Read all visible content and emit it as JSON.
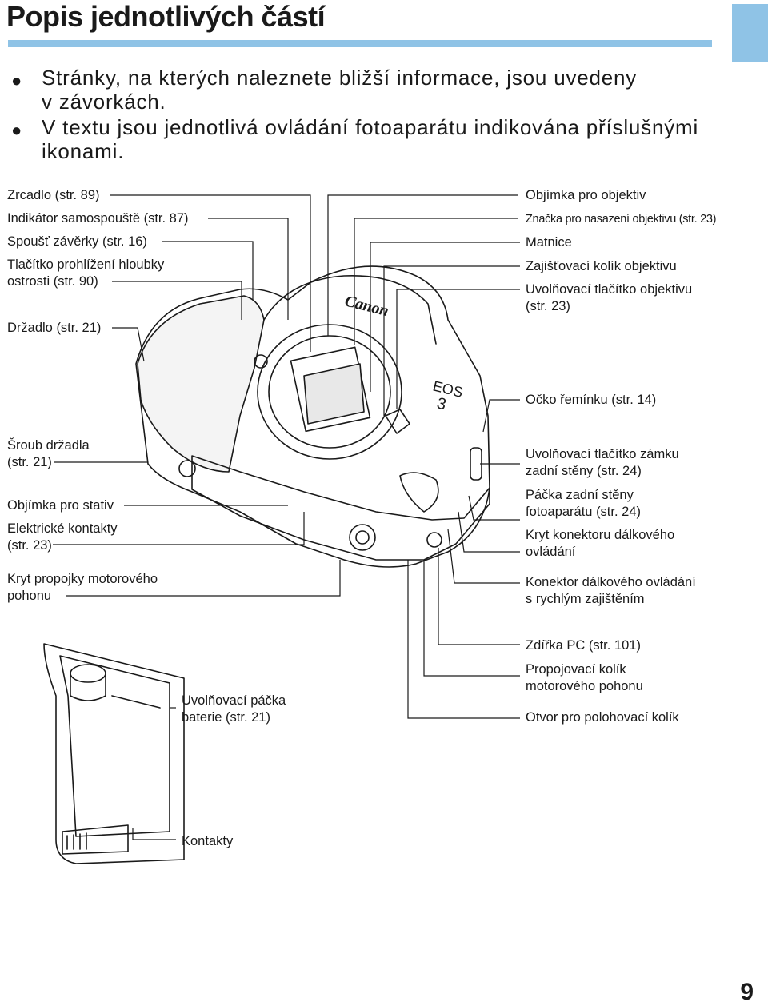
{
  "page": {
    "title": "Popis jednotlivých částí",
    "page_number": "9",
    "accent_color": "#8fc3e6"
  },
  "intro": {
    "bullets": [
      {
        "line1": "Stránky, na kterých naleznete bližší informace, jsou uvedeny",
        "line2": "v závorkách."
      },
      {
        "line1": "V textu jsou jednotlivá ovládání fotoaparátu indikována příslušnými",
        "line2": "ikonami."
      }
    ]
  },
  "camera": {
    "brand": "Canon",
    "model_line1": "EOS",
    "model_line2": "3"
  },
  "labels_left": {
    "mirror": "Zrcadlo (str. 89)",
    "self_timer": "Indikátor samospouště (str. 87)",
    "shutter": "Spoušť závěrky (str. 16)",
    "dof_line1": "Tlačítko prohlížení hloubky",
    "dof_line2": "ostrosti (str. 90)",
    "grip": "Držadlo (str. 21)",
    "grip_screw_line1": "Šroub držadla",
    "grip_screw_line2": "(str. 21)",
    "tripod": "Objímka pro stativ",
    "contacts_line1": "Elektrické kontakty",
    "contacts_line2": "(str. 23)",
    "motor_cover_line1": "Kryt propojky motorového",
    "motor_cover_line2": "pohonu"
  },
  "labels_right": {
    "mount": "Objímka pro objektiv",
    "mount_mark": "Značka pro nasazení objektivu (str. 23)",
    "screen": "Matnice",
    "lock_pin": "Zajišťovací kolík objektivu",
    "release_line1": "Uvolňovací tlačítko objektivu",
    "release_line2": "(str. 23)",
    "strap": "Očko řemínku (str. 14)",
    "back_lock_line1": "Uvolňovací tlačítko zámku",
    "back_lock_line2": "zadní stěny (str. 24)",
    "back_lever_line1": "Páčka zadní stěny",
    "back_lever_line2": "fotoaparátu (str. 24)",
    "remote_cover_line1": "Kryt konektoru dálkového",
    "remote_cover_line2": "ovládání",
    "remote_conn_line1": "Konektor dálkového ovládání",
    "remote_conn_line2": "s rychlým zajištěním",
    "pc": "Zdířka PC (str. 101)",
    "motor_pin_line1": "Propojovací kolík",
    "motor_pin_line2": "motorového pohonu",
    "pos_hole": "Otvor pro polohovací kolík"
  },
  "labels_grip": {
    "battery_line1": "Uvolňovací páčka",
    "battery_line2": "baterie (str. 21)",
    "contacts": "Kontakty"
  }
}
